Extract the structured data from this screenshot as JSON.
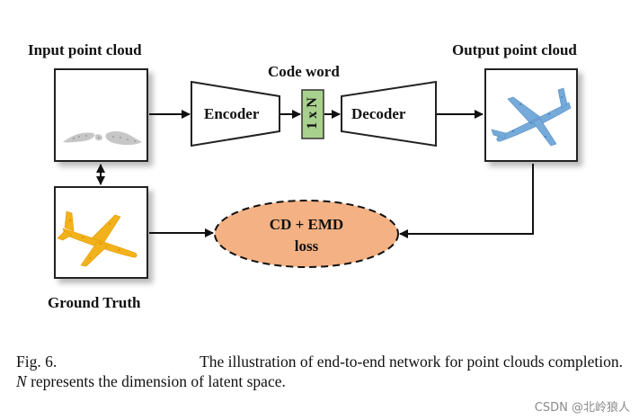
{
  "labels": {
    "input_title": "Input point cloud",
    "code_word": "Code word",
    "output_title": "Output point cloud",
    "encoder": "Encoder",
    "decoder": "Decoder",
    "code_vector": "1 x N",
    "loss_line1": "CD + EMD",
    "loss_line2": "loss",
    "ground_truth": "Ground Truth"
  },
  "caption": {
    "fig_number": "Fig. 6.",
    "text_line1": "The illustration of end-to-end network for point clouds completion.",
    "symbol": "N",
    "text_line2": " represents the dimension of latent space."
  },
  "watermark": "CSDN @北岭狼人",
  "colors": {
    "loss_fill": "#f4b183",
    "code_fill": "#a9d18e",
    "input_points": "#c7c7c7",
    "ground_truth_points": "#f2b21c",
    "output_points": "#5b9bd5"
  },
  "icons": {
    "input": "partial-airplane-point-cloud",
    "ground_truth": "airplane-point-cloud-yellow",
    "output": "airplane-point-cloud-blue"
  }
}
